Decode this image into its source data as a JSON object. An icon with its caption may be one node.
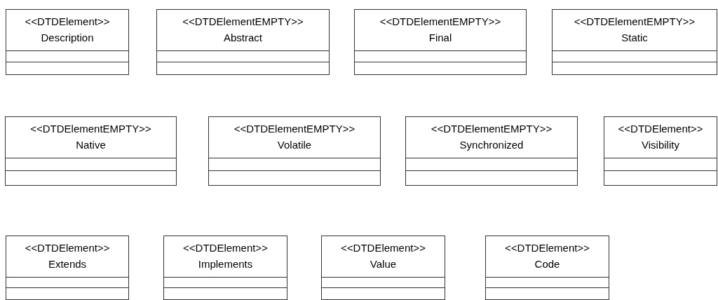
{
  "diagram": {
    "nodes": [
      {
        "text": [
          "<<DTDElement>>",
          "Description"
        ]
      },
      {
        "text": [
          "<<DTDElementEMPTY>>",
          "Abstract"
        ]
      },
      {
        "text": [
          "<<DTDElementEMPTY>>",
          "Final"
        ]
      },
      {
        "text": [
          "<<DTDElementEMPTY>>",
          "Static"
        ]
      },
      {
        "text": [
          "<<DTDElementEMPTY>>",
          "Native"
        ]
      },
      {
        "text": [
          "<<DTDElementEMPTY>>",
          "Volatile"
        ]
      },
      {
        "text": [
          "<<DTDElementEMPTY>>",
          "Synchronized"
        ]
      },
      {
        "text": [
          "<<DTDElement>>",
          "Visibility"
        ]
      },
      {
        "text": [
          "<<DTDElement>>",
          "Extends"
        ]
      },
      {
        "text": [
          "<<DTDElement>>",
          "Implements"
        ]
      },
      {
        "text": [
          "<<DTDElement>>",
          "Value"
        ]
      },
      {
        "text": [
          "<<DTDElement>>",
          "Code"
        ]
      }
    ]
  }
}
